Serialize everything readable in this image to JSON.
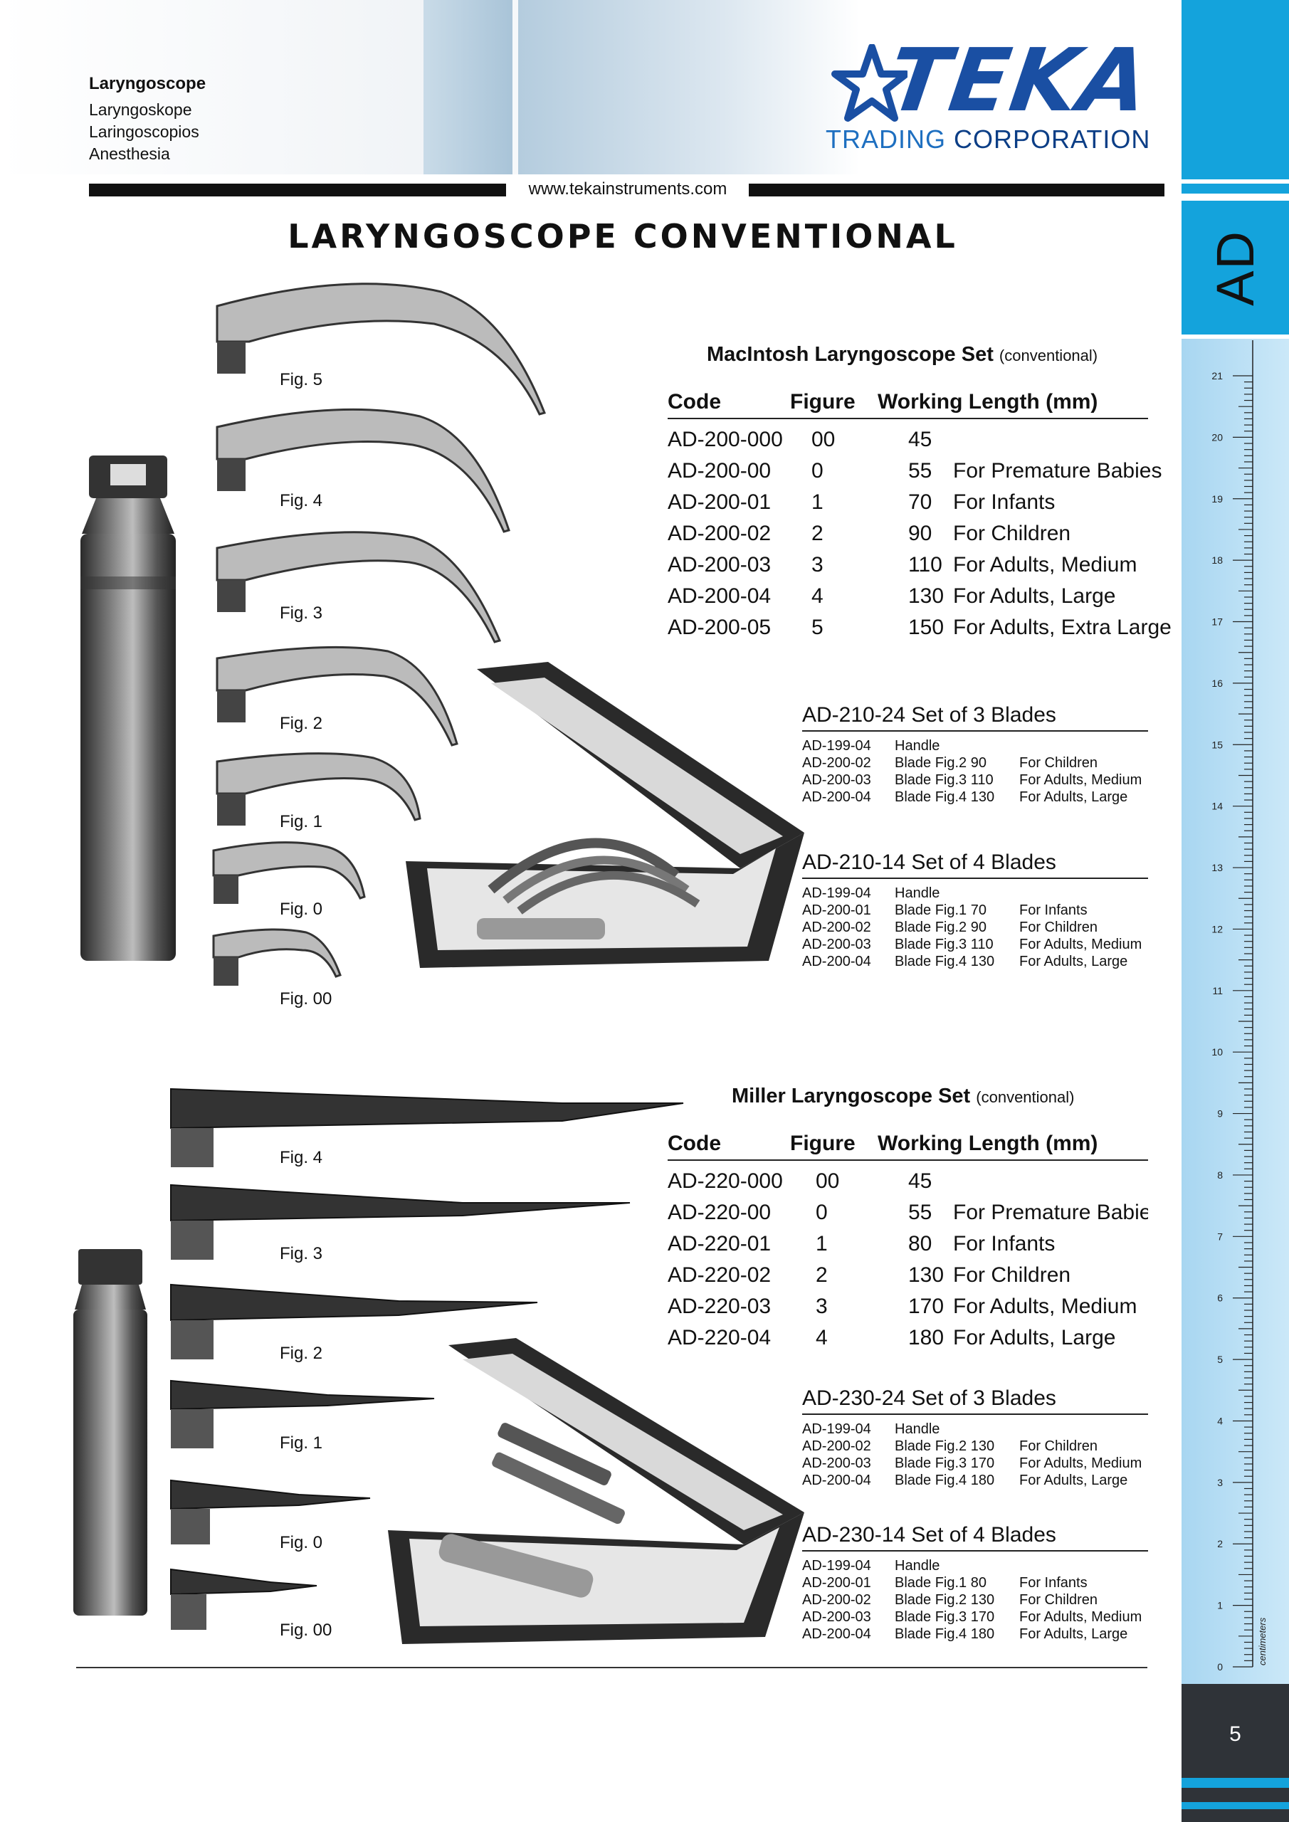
{
  "header": {
    "category_lines": [
      "Laryngoscope",
      "Laryngoskope",
      "Laringoscopios",
      "Anesthesia"
    ],
    "logo_word": "TEKA",
    "logo_sub_trading": "TRADING",
    "logo_sub_corporation": "CORPORATION",
    "website": "www.tekainstruments.com"
  },
  "page_title": "LARYNGOSCOPE CONVENTIONAL",
  "sidebar": {
    "section_code": "AD",
    "ruler_label": "centimeters",
    "ruler_numbers": [
      "21",
      "20",
      "19",
      "18",
      "17",
      "16",
      "15",
      "14",
      "13",
      "12",
      "11",
      "10",
      "9",
      "8",
      "7",
      "6",
      "5",
      "4",
      "3",
      "2",
      "1",
      "0"
    ],
    "page_number": "5"
  },
  "macintosh": {
    "title": "MacIntosh  Laryngoscope  Set",
    "title_sub": "(conventional)",
    "columns": [
      "Code",
      "Figure",
      "Working  Length  (mm)"
    ],
    "rows": [
      {
        "code": "AD-200-000",
        "figure": "00",
        "length": "45",
        "note": ""
      },
      {
        "code": "AD-200-00",
        "figure": "0",
        "length": "55",
        "note": "For Premature Babies"
      },
      {
        "code": "AD-200-01",
        "figure": "1",
        "length": "70",
        "note": "For Infants"
      },
      {
        "code": "AD-200-02",
        "figure": "2",
        "length": "90",
        "note": "For Children"
      },
      {
        "code": "AD-200-03",
        "figure": "3",
        "length": "110",
        "note": "For Adults, Medium"
      },
      {
        "code": "AD-200-04",
        "figure": "4",
        "length": "130",
        "note": "For Adults, Large"
      },
      {
        "code": "AD-200-05",
        "figure": "5",
        "length": "150",
        "note": "For Adults, Extra Large"
      }
    ],
    "figures": [
      "Fig. 5",
      "Fig. 4",
      "Fig. 3",
      "Fig. 2",
      "Fig. 1",
      "Fig. 0",
      "Fig. 00"
    ],
    "sets": [
      {
        "title": "AD-210-24 Set of 3 Blades",
        "items": [
          {
            "code": "AD-199-04",
            "desc": "Handle",
            "detail": ""
          },
          {
            "code": "AD-200-02",
            "desc": "Blade  Fig.2  90",
            "detail": "For  Children"
          },
          {
            "code": "AD-200-03",
            "desc": "Blade  Fig.3  110",
            "detail": "For  Adults,  Medium"
          },
          {
            "code": "AD-200-04",
            "desc": "Blade  Fig.4  130",
            "detail": "For  Adults,  Large"
          }
        ]
      },
      {
        "title": "AD-210-14 Set of 4 Blades",
        "items": [
          {
            "code": "AD-199-04",
            "desc": "Handle",
            "detail": ""
          },
          {
            "code": "AD-200-01",
            "desc": "Blade  Fig.1  70",
            "detail": "For  Infants"
          },
          {
            "code": "AD-200-02",
            "desc": "Blade  Fig.2  90",
            "detail": "For  Children"
          },
          {
            "code": "AD-200-03",
            "desc": "Blade  Fig.3  110",
            "detail": "For  Adults,  Medium"
          },
          {
            "code": "AD-200-04",
            "desc": "Blade  Fig.4  130",
            "detail": "For  Adults,  Large"
          }
        ]
      }
    ]
  },
  "miller": {
    "title": "Miller  Laryngoscope  Set",
    "title_sub": "(conventional)",
    "columns": [
      "Code",
      "Figure",
      "Working  Length  (mm)"
    ],
    "rows": [
      {
        "code": "AD-220-000",
        "figure": "00",
        "length": "45",
        "note": ""
      },
      {
        "code": "AD-220-00",
        "figure": "0",
        "length": "55",
        "note": "For Premature Babies"
      },
      {
        "code": "AD-220-01",
        "figure": "1",
        "length": "80",
        "note": "For Infants"
      },
      {
        "code": "AD-220-02",
        "figure": "2",
        "length": "130",
        "note": "For Children"
      },
      {
        "code": "AD-220-03",
        "figure": "3",
        "length": "170",
        "note": "For Adults, Medium"
      },
      {
        "code": "AD-220-04",
        "figure": "4",
        "length": "180",
        "note": "For Adults, Large"
      }
    ],
    "figures": [
      "Fig. 4",
      "Fig. 3",
      "Fig. 2",
      "Fig. 1",
      "Fig. 0",
      "Fig. 00"
    ],
    "sets": [
      {
        "title": "AD-230-24 Set of 3 Blades",
        "items": [
          {
            "code": "AD-199-04",
            "desc": "Handle",
            "detail": ""
          },
          {
            "code": "AD-200-02",
            "desc": "Blade  Fig.2  130",
            "detail": "For  Children"
          },
          {
            "code": "AD-200-03",
            "desc": "Blade  Fig.3  170",
            "detail": "For  Adults,  Medium"
          },
          {
            "code": "AD-200-04",
            "desc": "Blade  Fig.4  180",
            "detail": "For  Adults,  Large"
          }
        ]
      },
      {
        "title": "AD-230-14 Set of 4 Blades",
        "items": [
          {
            "code": "AD-199-04",
            "desc": "Handle",
            "detail": ""
          },
          {
            "code": "AD-200-01",
            "desc": "Blade  Fig.1  80",
            "detail": "For  Infants"
          },
          {
            "code": "AD-200-02",
            "desc": "Blade  Fig.2  130",
            "detail": "For  Children"
          },
          {
            "code": "AD-200-03",
            "desc": "Blade  Fig.3  170",
            "detail": "For  Adults,  Medium"
          },
          {
            "code": "AD-200-04",
            "desc": "Blade  Fig.4  180",
            "detail": "For  Adults,  Large"
          }
        ]
      }
    ]
  }
}
